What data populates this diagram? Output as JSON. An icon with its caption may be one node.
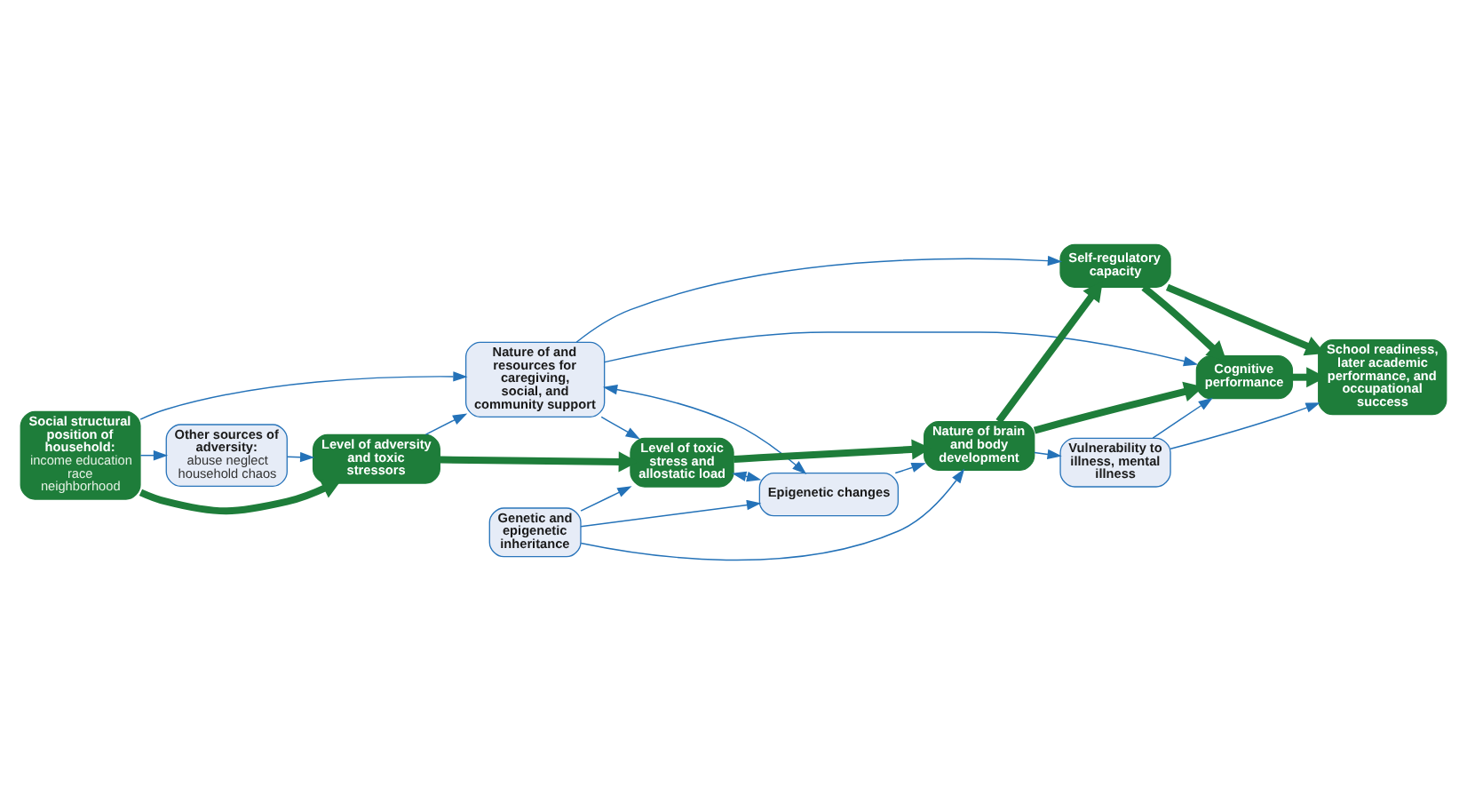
{
  "diagram": {
    "nodes": [
      {
        "text": [
          "Social structural position of household:",
          "income education race neighborhood"
        ]
      },
      {
        "text": [
          "Other sources of adversity:",
          "abuse neglect household chaos"
        ]
      },
      {
        "text": [
          "Nature of and resources for caregiving, social, and community support"
        ]
      },
      {
        "text": [
          "Level of adversity and toxic stressors"
        ]
      },
      {
        "text": [
          "Level of toxic stress and allostatic load"
        ]
      },
      {
        "text": [
          "Self-regulatory capacity"
        ]
      },
      {
        "text": [
          "Nature of brain and body development"
        ]
      },
      {
        "text": [
          "School readiness, later academic performance, and occupational success"
        ]
      },
      {
        "text": [
          "Cognitive performance"
        ]
      },
      {
        "text": [
          "Epigenetic changes"
        ]
      },
      {
        "text": [
          "Genetic and epigenetic inheritance"
        ]
      },
      {
        "text": [
          "Vulnerability to illness, mental illness"
        ]
      }
    ],
    "edges": [
      {
        "from": 0,
        "to": 1,
        "arrow": "to"
      },
      {
        "from": 0,
        "to": 2,
        "arrow": "to"
      },
      {
        "from": 0,
        "to": 3,
        "arrow": "to",
        "style": "thick",
        "color": "#1e7d3a"
      },
      {
        "from": 1,
        "to": 3,
        "arrow": "to"
      },
      {
        "from": 3,
        "to": 2,
        "arrow": "to"
      },
      {
        "from": 3,
        "to": 4,
        "arrow": "to",
        "style": "thick",
        "color": "#1e7d3a"
      },
      {
        "from": 2,
        "to": 4,
        "arrow": "to"
      },
      {
        "from": 2,
        "to": 5,
        "arrow": "to"
      },
      {
        "from": 2,
        "to": 9,
        "arrow": "both"
      },
      {
        "from": 2,
        "to": 8,
        "arrow": "to"
      },
      {
        "from": 4,
        "to": 6,
        "arrow": "to",
        "style": "thick",
        "color": "#1e7d3a"
      },
      {
        "from": 4,
        "to": 9,
        "arrow": "both"
      },
      {
        "from": 10,
        "to": 4,
        "arrow": "to"
      },
      {
        "from": 10,
        "to": 6,
        "arrow": "to"
      },
      {
        "from": 10,
        "to": 9,
        "arrow": "to"
      },
      {
        "from": 9,
        "to": 6,
        "arrow": "to"
      },
      {
        "from": 6,
        "to": 5,
        "arrow": "to",
        "style": "thick",
        "color": "#1e7d3a"
      },
      {
        "from": 6,
        "to": 8,
        "arrow": "to",
        "style": "thick",
        "color": "#1e7d3a"
      },
      {
        "from": 6,
        "to": 11,
        "arrow": "to"
      },
      {
        "from": 5,
        "to": 8,
        "arrow": "to",
        "style": "thick",
        "color": "#1e7d3a"
      },
      {
        "from": 5,
        "to": 7,
        "arrow": "to",
        "style": "thick",
        "color": "#1e7d3a"
      },
      {
        "from": 8,
        "to": 7,
        "arrow": "to",
        "style": "thick",
        "color": "#1e7d3a"
      },
      {
        "from": 11,
        "to": 8,
        "arrow": "to"
      },
      {
        "from": 11,
        "to": 7,
        "arrow": "to"
      }
    ]
  }
}
